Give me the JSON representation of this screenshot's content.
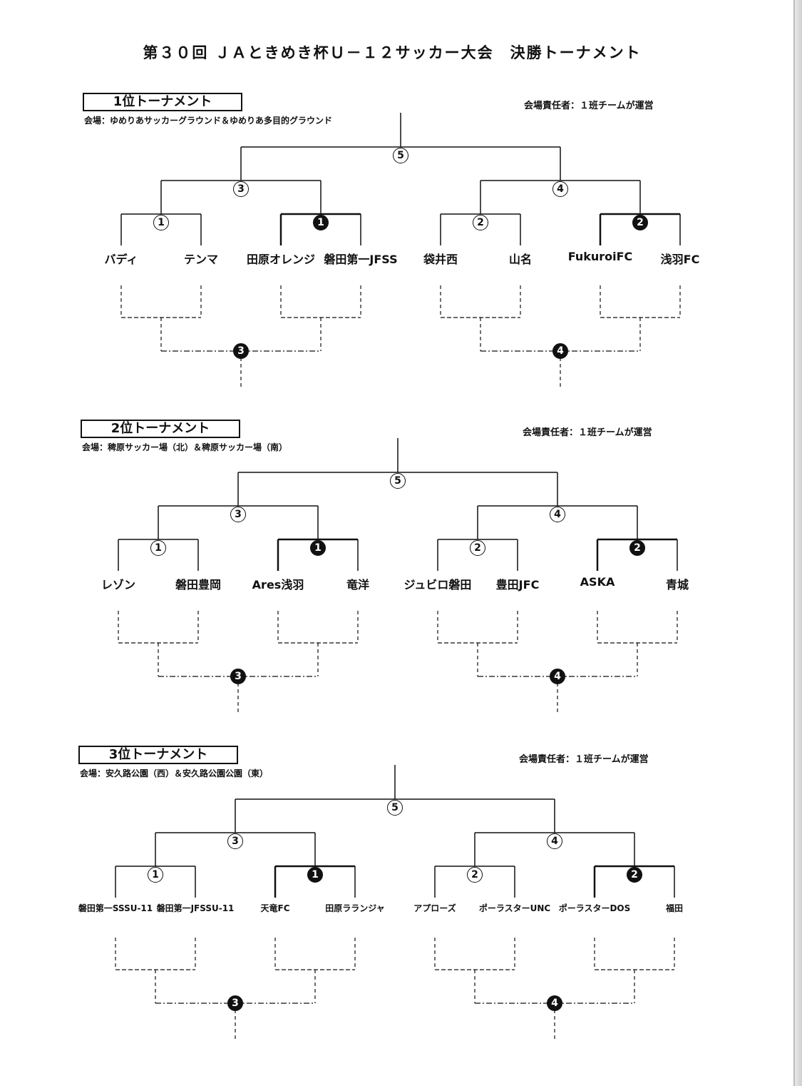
{
  "title": "第３０回 ＪＡときめき杯Ｕ－１２サッカー大会　決勝トーナメント",
  "sections": [
    {
      "box_label": "1位トーナメント",
      "venue": "会場：ゆめりあサッカーグラウンド＆ゆめりあ多目的グラウンド",
      "manager": "会場責任者：１班チームが運営",
      "teams": [
        "バディ",
        "テンマ",
        "田原オレンジ",
        "磐田第一JFSS",
        "袋井西",
        "山名",
        "FukuroiFC",
        "浅羽FC"
      ],
      "match_numbers": {
        "final": "⑤",
        "semi_left": "③",
        "semi_right": "④",
        "q1": "①",
        "q2": "❶",
        "q3": "②",
        "q4": "❷",
        "lower_left": "❸",
        "lower_right": "❹"
      }
    },
    {
      "box_label": "2位トーナメント",
      "venue": "会場：稗原サッカー場（北）＆稗原サッカー場（南）",
      "manager": "会場責任者：１班チームが運営",
      "teams": [
        "レゾン",
        "磐田豊岡",
        "Ares浅羽",
        "竜洋",
        "ジュビロ磐田",
        "豊田JFC",
        "ASKA",
        "青城"
      ],
      "match_numbers": {
        "final": "⑤",
        "semi_left": "③",
        "semi_right": "④",
        "q1": "①",
        "q2": "❶",
        "q3": "②",
        "q4": "❷",
        "lower_left": "❸",
        "lower_right": "❹"
      }
    },
    {
      "box_label": "3位トーナメント",
      "venue": "会場：安久路公園（西）＆安久路公園公園（東）",
      "manager": "会場責任者：１班チームが運営",
      "teams": [
        "磐田第一SSSU-11",
        "磐田第一JFSSU-11",
        "天竜FC",
        "田原ラランジャ",
        "アプローズ",
        "ポーラスターUNC",
        "ポーラスターDOS",
        "福田"
      ],
      "match_numbers": {
        "final": "⑤",
        "semi_left": "③",
        "semi_right": "④",
        "q1": "①",
        "q2": "❶",
        "q3": "②",
        "q4": "❷",
        "lower_left": "❸",
        "lower_right": "❹"
      }
    }
  ]
}
